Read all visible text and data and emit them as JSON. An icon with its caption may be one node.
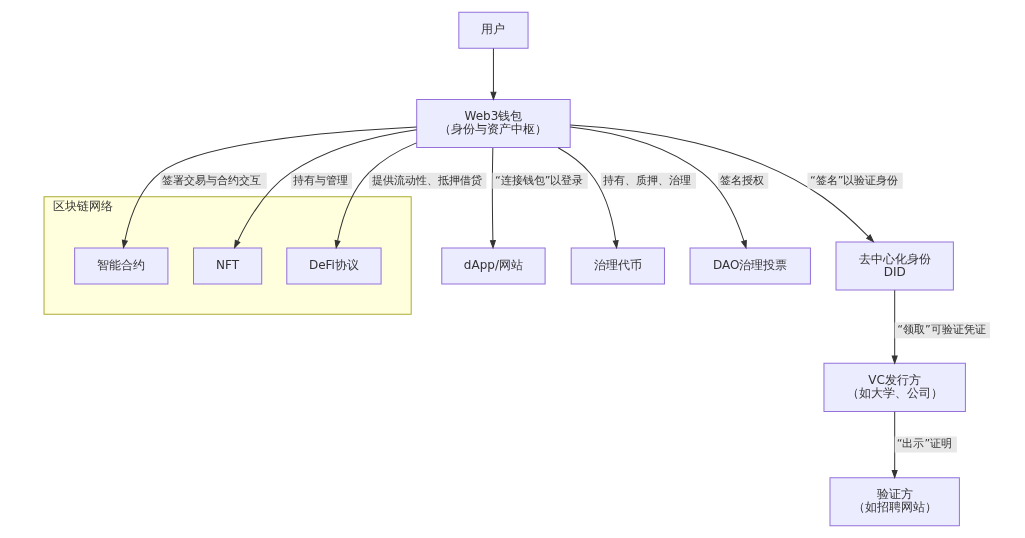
{
  "diagram": {
    "nodes": [
      {
        "text": [
          "用户"
        ]
      },
      {
        "text": [
          "Web3钱包",
          "（身份与资产中枢）"
        ]
      },
      {
        "text": [
          "区块链网络"
        ]
      },
      {
        "text": [
          "智能合约"
        ],
        "in": 2
      },
      {
        "text": [
          "NFT"
        ],
        "in": 2
      },
      {
        "text": [
          "DeFi协议"
        ],
        "in": 2
      },
      {
        "text": [
          "dApp/网站"
        ]
      },
      {
        "text": [
          "治理代币"
        ]
      },
      {
        "text": [
          "DAO治理投票"
        ]
      },
      {
        "text": [
          "去中心化身份",
          "DID"
        ]
      },
      {
        "text": [
          "VC发行方",
          "（如大学、公司）"
        ]
      },
      {
        "text": [
          "验证方",
          "（如招聘网站）"
        ]
      }
    ],
    "edges": [
      {
        "from": 0,
        "to": 1,
        "arrow": "to"
      },
      {
        "from": 1,
        "to": 3,
        "arrow": "to",
        "label": "签署交易与合约交互"
      },
      {
        "from": 1,
        "to": 4,
        "arrow": "to",
        "label": "持有与管理"
      },
      {
        "from": 1,
        "to": 5,
        "arrow": "to",
        "label": "提供流动性、抵押借贷"
      },
      {
        "from": 1,
        "to": 6,
        "arrow": "to",
        "label": "“连接钱包”以登录"
      },
      {
        "from": 1,
        "to": 7,
        "arrow": "to",
        "label": "持有、质押、治理"
      },
      {
        "from": 1,
        "to": 8,
        "arrow": "to",
        "label": "签名授权"
      },
      {
        "from": 1,
        "to": 9,
        "arrow": "to",
        "label": "“签名”以验证身份"
      },
      {
        "from": 9,
        "to": 10,
        "arrow": "to",
        "label": "“领取”可验证凭证"
      },
      {
        "from": 10,
        "to": 11,
        "arrow": "to",
        "label": "“出示”证明"
      }
    ]
  }
}
